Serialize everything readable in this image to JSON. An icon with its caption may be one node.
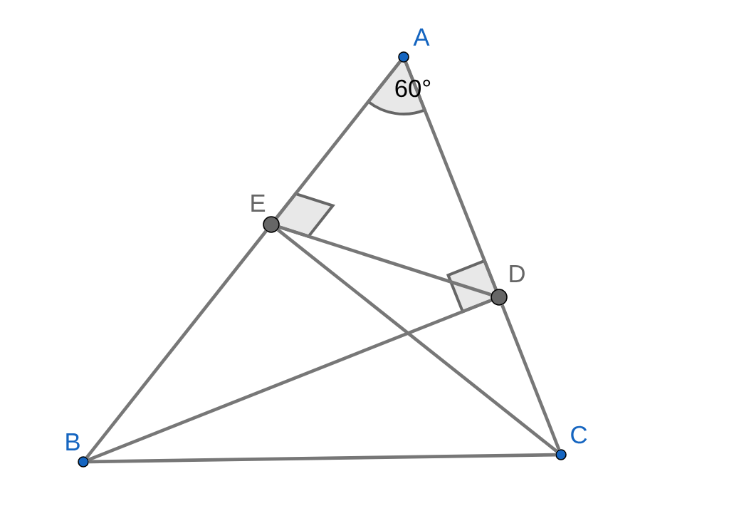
{
  "diagram": {
    "nodes": [
      {
        "text": [
          "A"
        ]
      },
      {
        "text": [
          "B"
        ]
      },
      {
        "text": [
          "C"
        ]
      },
      {
        "text": [
          "D"
        ]
      },
      {
        "text": [
          "E"
        ]
      }
    ],
    "edges": [
      {
        "from": 0,
        "to": 4,
        "arrow": "none"
      },
      {
        "from": 4,
        "to": 1,
        "arrow": "none"
      },
      {
        "from": 1,
        "to": 2,
        "arrow": "none"
      },
      {
        "from": 2,
        "to": 3,
        "arrow": "none"
      },
      {
        "from": 3,
        "to": 0,
        "arrow": "none"
      },
      {
        "from": 1,
        "to": 3,
        "arrow": "none"
      },
      {
        "from": 2,
        "to": 4,
        "arrow": "none"
      },
      {
        "from": 4,
        "to": 3,
        "arrow": "none"
      }
    ],
    "labels": [
      "60°"
    ]
  }
}
